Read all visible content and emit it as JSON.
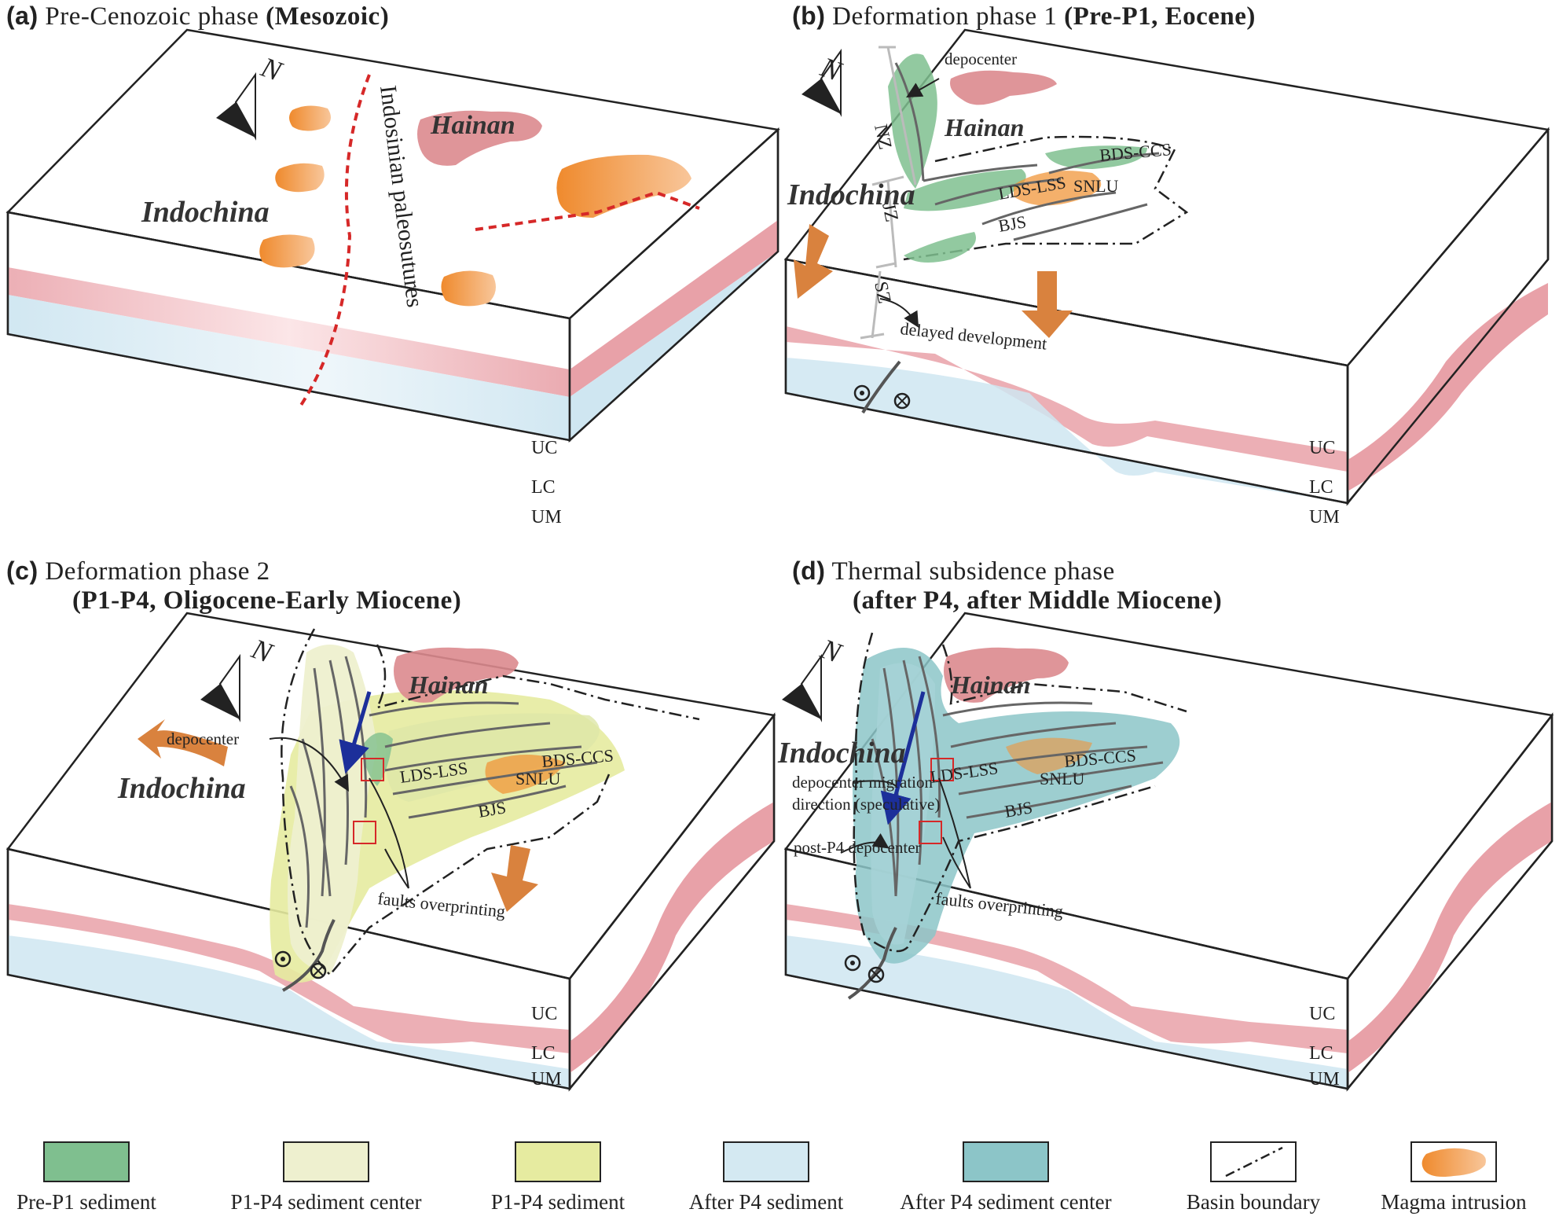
{
  "panels": [
    {
      "label": "(a)",
      "title": "Pre-Cenozoic phase ",
      "title_bold": "(Mesozoic)",
      "title2": ""
    },
    {
      "label": "(b)",
      "title": "Deformation phase 1 ",
      "title_bold": "(Pre-P1, Eocene)",
      "title2": ""
    },
    {
      "label": "(c)",
      "title": "Deformation phase 2",
      "title_bold": "",
      "title2": "(P1-P4, Oligocene-Early Miocene)"
    },
    {
      "label": "(d)",
      "title": "Thermal subsidence phase",
      "title_bold": "",
      "title2": "(after P4, after Middle Miocene)"
    }
  ],
  "labels": {
    "north": "N",
    "indochina": "Indochina",
    "hainan": "Hainan",
    "paleosutures": "Indosinian paleosutures",
    "uc": "UC",
    "lc": "LC",
    "um": "UM",
    "depocenter": "depocenter",
    "nz": "NZ",
    "jz": "JZ",
    "sz": "SZ",
    "bds_ccs": "BDS-CCS",
    "lds_lss": "LDS-LSS",
    "snlu": "SNLU",
    "bjs": "BJS",
    "delayed": "delayed development",
    "faults_overprinting": "faults overprinting",
    "migration_1": "depocenter migration",
    "migration_2": "direction (speculative)",
    "post_p4": "post-P4 depocenter"
  },
  "legend": [
    {
      "label": "Pre-P1 sediment",
      "color": "#7fbf8f",
      "kind": "fill"
    },
    {
      "label": "P1-P4 sediment center",
      "color": "#eef0cf",
      "kind": "fill"
    },
    {
      "label": "P1-P4 sediment",
      "color": "#e6eba0",
      "kind": "fill"
    },
    {
      "label": "After P4 sediment",
      "color": "#d4e9f2",
      "kind": "fill"
    },
    {
      "label": "After P4 sediment  center",
      "color": "#8cc5c8",
      "kind": "fill"
    },
    {
      "label": "Basin boundary",
      "color": "#222222",
      "kind": "line"
    },
    {
      "label": "Magma intrusion",
      "color": "#f0953a",
      "kind": "magma"
    }
  ],
  "colors": {
    "lower_crust": "#e8a1a8",
    "mantle": "#cfe6f1",
    "hainan": "#dc8a8e",
    "magma": "#ef8e33",
    "suture": "#d62828",
    "arrow": "#d9823e",
    "blue_arrow": "#1c2f9a"
  }
}
